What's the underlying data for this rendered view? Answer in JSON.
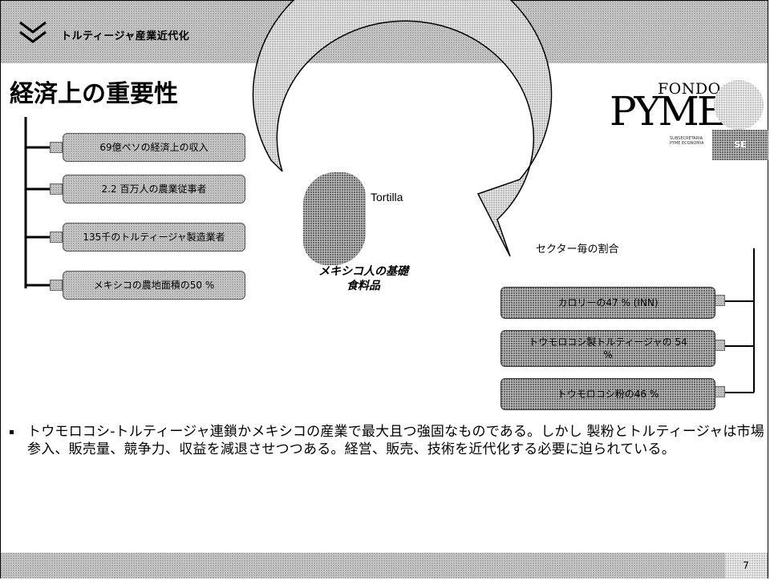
{
  "header": {
    "title": "トルティージャ産業近代化"
  },
  "page_title": "経済上の重要性",
  "logo": {
    "fondo": "FONDO",
    "pyme": "PYME",
    "subtitle_line1": "SUBSECRETARIA",
    "subtitle_line2": "PYME ECONOMIA",
    "se_badge": "SE"
  },
  "left_items": [
    "69億ペソの経済上の収入",
    "2.2 百万人の農業従事者",
    "135千のトルティージャ製造業者",
    "メキシコの農地面積の50 %"
  ],
  "center": {
    "tortilla_label": "Tortilla",
    "staple_line1": "メキシコ人の基礎",
    "staple_line2": "食料品"
  },
  "sector_label": "セクター毎の割合",
  "right_items": [
    "カロリーの47 % (INN)",
    "トウモロコシ製トルティージャの 54 %",
    "トウモロコシ粉の46 %"
  ],
  "body_text": "トウモロコシ-トルティージャ連鎖かメキシコの産業で最大且つ強固なものである。しかし 製粉とトルティージャは市場参入、販売量、競争力、収益を減退させつつある。経営、販売、技術を近代化する必要に迫られている。",
  "page_number": "7"
}
